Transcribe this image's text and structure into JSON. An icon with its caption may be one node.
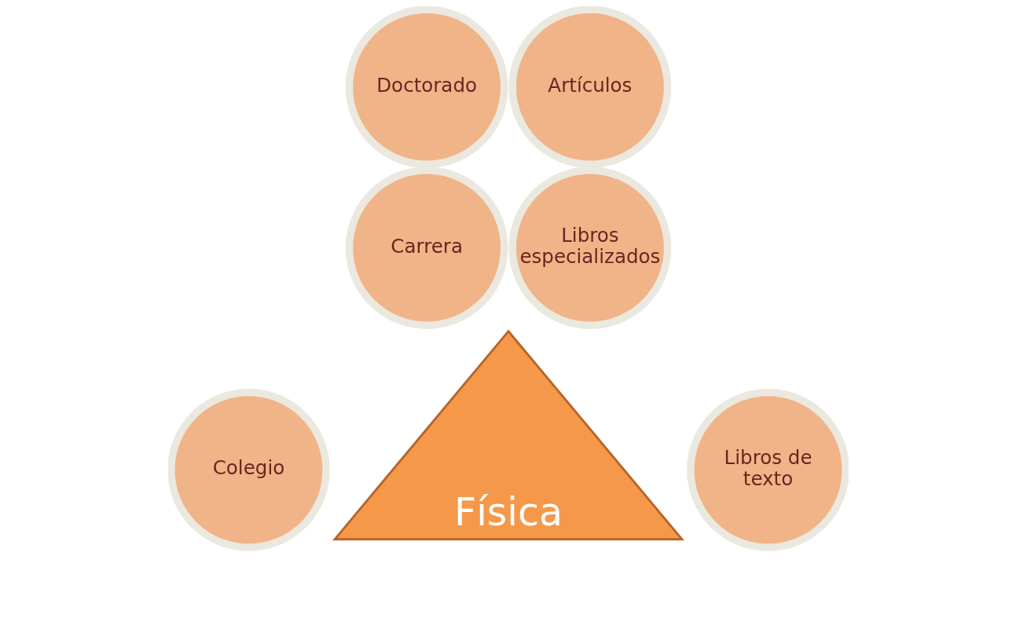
{
  "diagram": {
    "nodes": [
      {
        "text": [
          "Doctorado"
        ]
      },
      {
        "text": [
          "Artículos"
        ]
      },
      {
        "text": [
          "Carrera"
        ]
      },
      {
        "text": [
          "Libros especializados"
        ]
      },
      {
        "text": [
          "Colegio"
        ]
      },
      {
        "text": [
          "Física"
        ]
      },
      {
        "text": [
          "Libros de texto"
        ]
      }
    ],
    "edges": []
  }
}
